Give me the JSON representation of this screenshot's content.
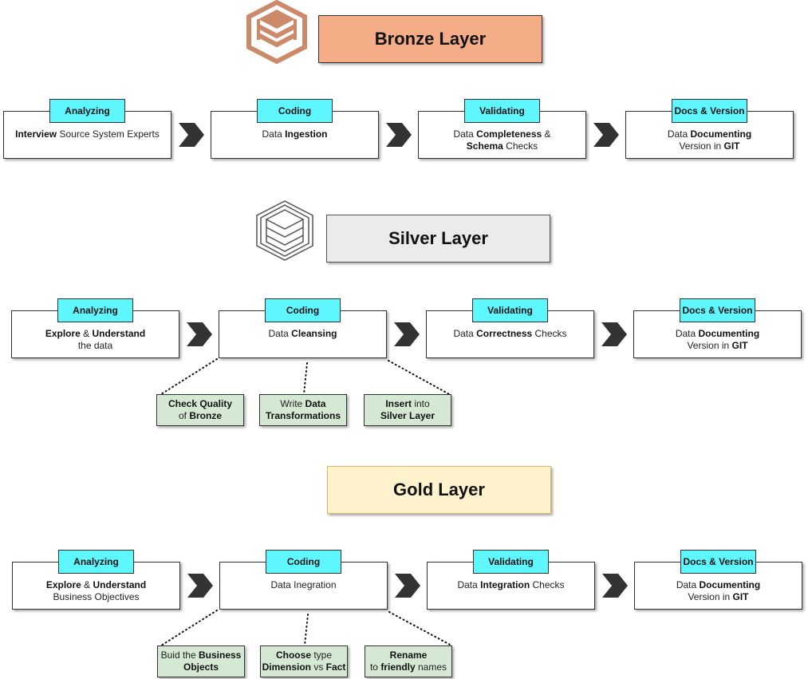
{
  "layers": [
    {
      "title": "Bronze Layer",
      "title_bg": "#f5ad87",
      "title_border": "#333333",
      "icon_color": "#cc8a6a",
      "steps": [
        {
          "tag": "Analyzing",
          "lines": [
            [
              {
                "t": "Interview",
                "b": true
              },
              {
                "t": " Source System Experts",
                "b": false
              }
            ]
          ]
        },
        {
          "tag": "Coding",
          "lines": [
            [
              {
                "t": "Data ",
                "b": false
              },
              {
                "t": "Ingestion",
                "b": true
              }
            ]
          ]
        },
        {
          "tag": "Validating",
          "lines": [
            [
              {
                "t": "Data ",
                "b": false
              },
              {
                "t": "Completeness",
                "b": true
              },
              {
                "t": " &",
                "b": false
              }
            ],
            [
              {
                "t": "Schema",
                "b": true
              },
              {
                "t": " Checks",
                "b": false
              }
            ]
          ]
        },
        {
          "tag": "Docs & Version",
          "lines": [
            [
              {
                "t": "Data ",
                "b": false
              },
              {
                "t": "Documenting",
                "b": true
              }
            ],
            [
              {
                "t": "Version in ",
                "b": false
              },
              {
                "t": "GIT",
                "b": true
              }
            ]
          ]
        }
      ],
      "subs": []
    },
    {
      "title": "Silver Layer",
      "title_bg": "#ebebeb",
      "title_border": "#444444",
      "icon_color": "#555555",
      "steps": [
        {
          "tag": "Analyzing",
          "lines": [
            [
              {
                "t": "Explore",
                "b": true
              },
              {
                "t": " & ",
                "b": false
              },
              {
                "t": "Understand",
                "b": true
              }
            ],
            [
              {
                "t": "the data",
                "b": false
              }
            ]
          ]
        },
        {
          "tag": "Coding",
          "lines": [
            [
              {
                "t": "Data ",
                "b": false
              },
              {
                "t": "Cleansing",
                "b": true
              }
            ]
          ]
        },
        {
          "tag": "Validating",
          "lines": [
            [
              {
                "t": "Data ",
                "b": false
              },
              {
                "t": "Correctness",
                "b": true
              },
              {
                "t": " Checks",
                "b": false
              }
            ]
          ]
        },
        {
          "tag": "Docs & Version",
          "lines": [
            [
              {
                "t": "Data ",
                "b": false
              },
              {
                "t": "Documenting",
                "b": true
              }
            ],
            [
              {
                "t": "Version in ",
                "b": false
              },
              {
                "t": "GIT",
                "b": true
              }
            ]
          ]
        }
      ],
      "subs": [
        {
          "lines": [
            [
              {
                "t": "Check Quality",
                "b": true
              }
            ],
            [
              {
                "t": "of ",
                "b": false
              },
              {
                "t": "Bronze",
                "b": true
              }
            ]
          ]
        },
        {
          "lines": [
            [
              {
                "t": "Write ",
                "b": false
              },
              {
                "t": "Data",
                "b": true
              }
            ],
            [
              {
                "t": "Transformations",
                "b": true
              }
            ]
          ]
        },
        {
          "lines": [
            [
              {
                "t": "Insert",
                "b": true
              },
              {
                "t": " into",
                "b": false
              }
            ],
            [
              {
                "t": "Silver Layer",
                "b": true
              }
            ]
          ]
        }
      ]
    },
    {
      "title": "Gold Layer",
      "title_bg": "#fff2cc",
      "title_border": "#d6b656",
      "icon_color": "",
      "steps": [
        {
          "tag": "Analyzing",
          "lines": [
            [
              {
                "t": "Explore",
                "b": true
              },
              {
                "t": " & ",
                "b": false
              },
              {
                "t": "Understand",
                "b": true
              }
            ],
            [
              {
                "t": "Business Objectives",
                "b": false
              }
            ]
          ]
        },
        {
          "tag": "Coding",
          "lines": [
            [
              {
                "t": "Data Inegration",
                "b": false
              }
            ]
          ]
        },
        {
          "tag": "Validating",
          "lines": [
            [
              {
                "t": "Data ",
                "b": false
              },
              {
                "t": "Integration",
                "b": true
              },
              {
                "t": " Checks",
                "b": false
              }
            ]
          ]
        },
        {
          "tag": "Docs & Version",
          "lines": [
            [
              {
                "t": "Data ",
                "b": false
              },
              {
                "t": "Documenting",
                "b": true
              }
            ],
            [
              {
                "t": "Version in ",
                "b": false
              },
              {
                "t": "GIT",
                "b": true
              }
            ]
          ]
        }
      ],
      "subs": [
        {
          "lines": [
            [
              {
                "t": "Buid the ",
                "b": false
              },
              {
                "t": "Business",
                "b": true
              }
            ],
            [
              {
                "t": "Objects",
                "b": true
              }
            ]
          ]
        },
        {
          "lines": [
            [
              {
                "t": "Choose",
                "b": true
              },
              {
                "t": " type",
                "b": false
              }
            ],
            [
              {
                "t": "Dimension",
                "b": true
              },
              {
                "t": " vs ",
                "b": false
              },
              {
                "t": "Fact",
                "b": true
              }
            ]
          ]
        },
        {
          "lines": [
            [
              {
                "t": "Rename",
                "b": true
              }
            ],
            [
              {
                "t": "to ",
                "b": false
              },
              {
                "t": "friendly",
                "b": true
              },
              {
                "t": " names",
                "b": false
              }
            ]
          ]
        }
      ]
    }
  ],
  "colors": {
    "tag_bg": "#5ff7ff",
    "sub_bg": "#d5e8d4",
    "chevron": "#333333"
  },
  "icons": {
    "layer_icon": "stacked-layers-hexagon-icon",
    "arrow_icon": "chevron-right-icon"
  }
}
